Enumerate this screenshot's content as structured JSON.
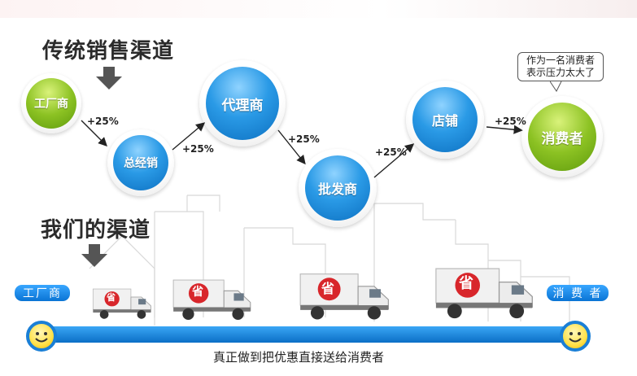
{
  "headings": {
    "traditional": "传统销售渠道",
    "ours": "我们的渠道"
  },
  "traditional_chain": {
    "factory": "工厂商",
    "distributor": "总经销",
    "agent": "代理商",
    "wholesaler": "批发商",
    "store": "店铺",
    "consumer": "消费者",
    "markup": "+25%"
  },
  "bubble": {
    "line1": "作为一名消费者",
    "line2": "表示压力太大了"
  },
  "our_channel": {
    "factory_tag": "工厂商",
    "consumer_tag": "消 费 者",
    "truck_label": "省",
    "caption": "真正做到把优惠直接送给消费者"
  },
  "colors": {
    "blue": "#1a7fd6",
    "green": "#8cc223",
    "arrow": "#222222"
  }
}
